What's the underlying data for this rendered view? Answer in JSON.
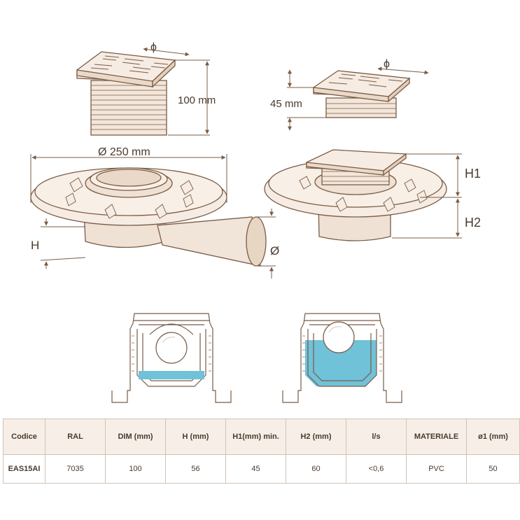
{
  "labels": {
    "phi_top_left": "ϕ",
    "height_left": "100 mm",
    "phi_top_right": "ϕ",
    "height_right": "45 mm",
    "diameter": "Ø 250 mm",
    "h": "H",
    "outlet_diameter": "Ø",
    "h1": "H1",
    "h2": "H2"
  },
  "table": {
    "headers": [
      "Codice",
      "RAL",
      "DIM (mm)",
      "H (mm)",
      "H1(mm) min.",
      "H2 (mm)",
      "l/s",
      "MATERIALE",
      "ø1 (mm)"
    ],
    "rows": [
      [
        "EAS15AI",
        "7035",
        "100",
        "56",
        "45",
        "60",
        "<0,6",
        "PVC",
        "50"
      ]
    ]
  },
  "colors": {
    "line": "#7a5c45",
    "label": "#4a3a2e",
    "water": "#6fc2d8",
    "header_bg": "#f7efe7",
    "border": "#cfc3b7"
  }
}
